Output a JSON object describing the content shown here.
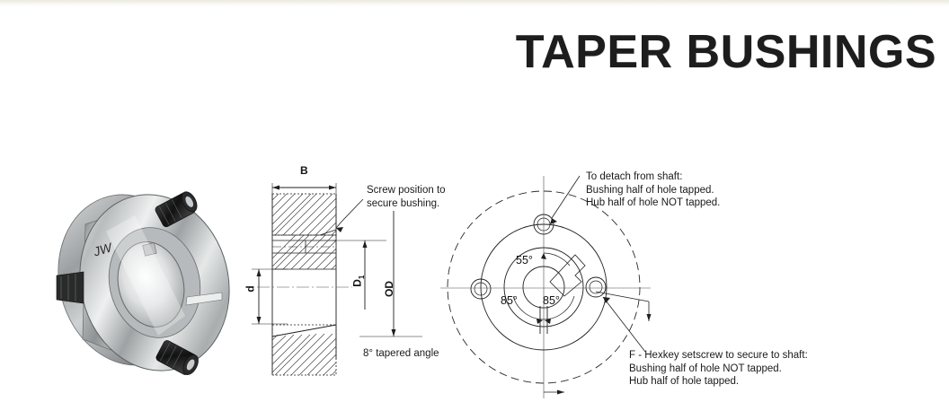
{
  "page": {
    "title": "TAPER BUSHINGS",
    "background_color": "#ffffff",
    "ink_color": "#1a1a1a"
  },
  "photo": {
    "name": "taper-bushing-photograph",
    "marking": "JW",
    "description": "Metallic taper bushing with three setscrew holes"
  },
  "section_view": {
    "name": "cross-section-view",
    "dimensions": {
      "width_label": "B",
      "bore_label": "d",
      "d1_label": "D",
      "d1_subscript": "1",
      "od_label": "OD"
    },
    "annotations": {
      "screw_position": "Screw position to\nsecure bushing.",
      "screw_position_line1": "Screw position to",
      "screw_position_line2": "secure bushing.",
      "taper_angle": "8° tapered angle"
    }
  },
  "front_view": {
    "name": "front-circular-view",
    "angles": {
      "top": "55°",
      "left": "85°",
      "right": "85°"
    },
    "annotations": {
      "detach_line1": "To detach from shaft:",
      "detach_line2": "Bushing half of hole tapped.",
      "detach_line3": "Hub half of hole NOT tapped.",
      "setscrew_line1": "F - Hexkey setscrew to secure to shaft:",
      "setscrew_line2": "Bushing half of hole NOT tapped.",
      "setscrew_line3": "Hub half of hole tapped."
    }
  }
}
